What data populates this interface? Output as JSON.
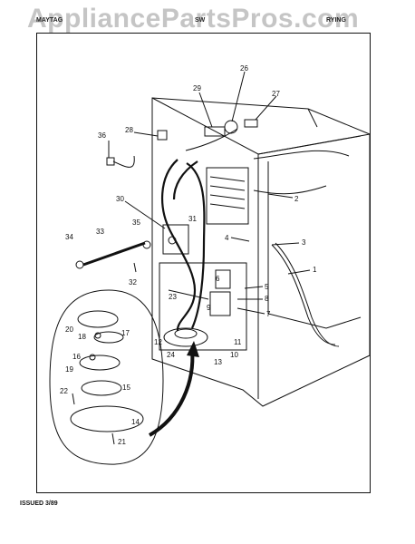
{
  "watermark": "AppliancePartsPros.com",
  "header": {
    "left": "MAYTAG",
    "middle": "SW",
    "right": "RYING"
  },
  "footer": {
    "issued": "ISSUED 3/89"
  },
  "callouts": [
    "1",
    "2",
    "3",
    "4",
    "5",
    "6",
    "7",
    "8",
    "9",
    "10",
    "11",
    "12",
    "13",
    "14",
    "15",
    "16",
    "17",
    "18",
    "19",
    "20",
    "21",
    "22",
    "23",
    "24",
    "26",
    "27",
    "28",
    "29",
    "30",
    "31",
    "32",
    "33",
    "34",
    "35",
    "36"
  ],
  "colors": {
    "ink": "#111111",
    "watermark": "#9a9a9a",
    "background": "#ffffff"
  }
}
